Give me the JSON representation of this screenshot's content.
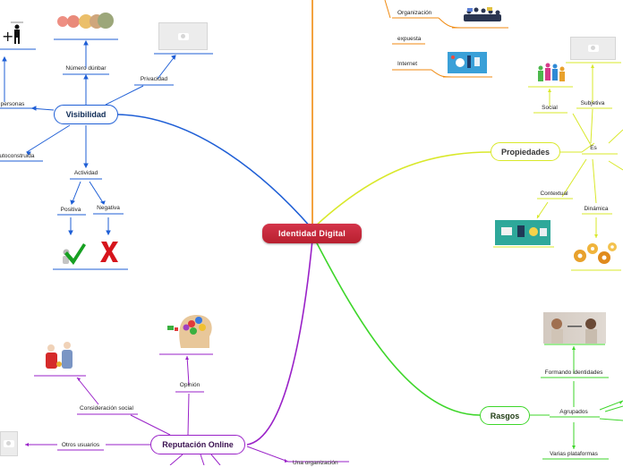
{
  "central": {
    "label": "Identidad Digital"
  },
  "visibilidad": {
    "label": "Visibilidad",
    "personas": "personas",
    "numero_dunbar": "Número dúnbar",
    "privacidad": "Privacidad",
    "autoconstruida": "utoconstruida",
    "actividad": "Actividad",
    "positiva": "Positiva",
    "negativa": "Negativa"
  },
  "top_branch": {
    "organizacion": "Organización",
    "expuesta": "expuesta",
    "internet": "Internet"
  },
  "propiedades": {
    "label": "Propiedades",
    "es": "Es",
    "social": "Social",
    "subjetiva": "Subjetiva",
    "contextual": "Contextual",
    "dinamica": "Dinámica"
  },
  "rasgos": {
    "label": "Rasgos",
    "formando_identidades": "Formando identidades",
    "agrupados": "Agrupados",
    "varias_plataformas": "Varias plataformas"
  },
  "reputacion": {
    "label": "Reputación Online",
    "opinion": "Opinión",
    "consideracion_social": "Consideración social",
    "otros_usuarios": "Otros usuarios",
    "una_organizacion": "Una organización"
  },
  "colors": {
    "blue": "#1f5fd6",
    "orange": "#f08a10",
    "yellow": "#d9e82a",
    "green": "#3ed62a",
    "purple": "#9a22c8",
    "central": "#c8283b"
  }
}
